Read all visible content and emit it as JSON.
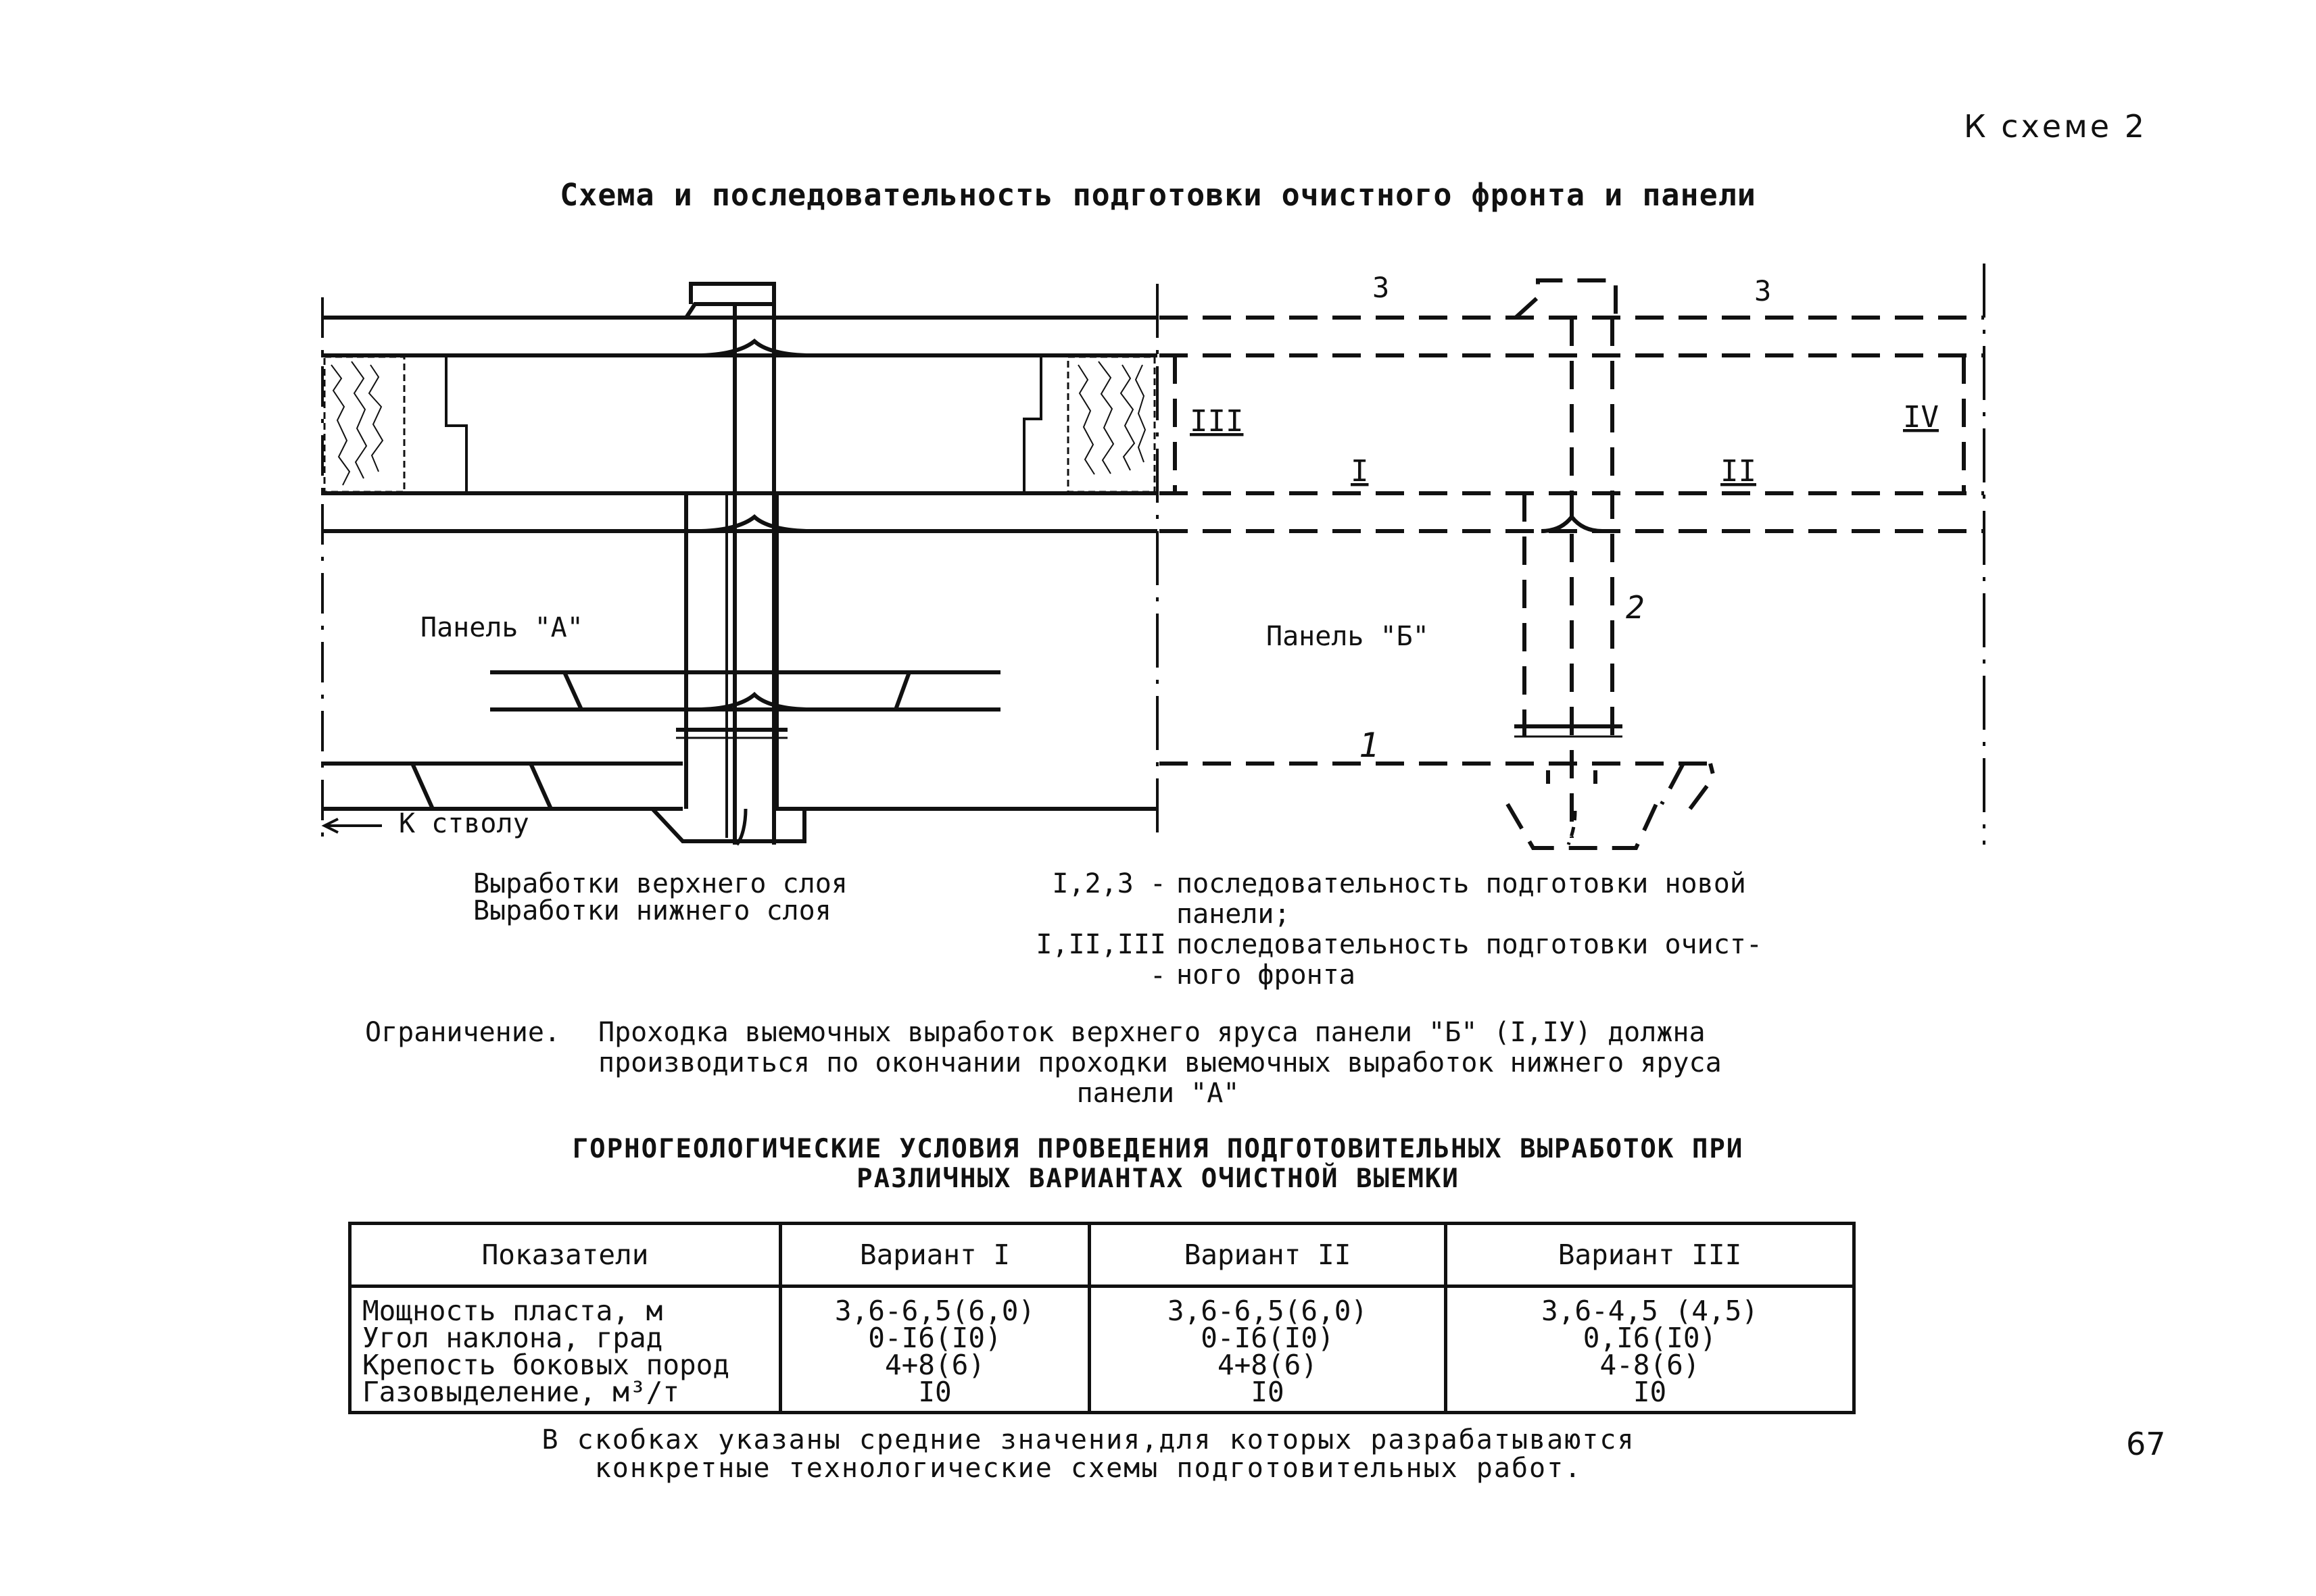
{
  "header": {
    "ref": "К схеме 2"
  },
  "scheme": {
    "title": "Схема и последовательность подготовки очистного фронта и панели",
    "panel_a": "Панель \"А\"",
    "panel_b": "Панель \"Б\"",
    "to_shaft": "К стволу",
    "markers": {
      "m1": "1",
      "m2": "2",
      "m3a": "3",
      "m3b": "3",
      "r1": "I",
      "r2": "II",
      "r3": "III",
      "r4": "IV"
    }
  },
  "legend": {
    "upper_layer": "Выработки верхнего слоя",
    "lower_layer": "Выработки нижнего слоя",
    "seq_panel_key": "I,2,3 -",
    "seq_panel_text_1": "последовательность подготовки новой",
    "seq_panel_text_2": "панели;",
    "seq_front_key": "I,II,III -",
    "seq_front_text_1": "последовательность подготовки очист-",
    "seq_front_text_2": "ного фронта"
  },
  "restriction": {
    "label": "Ограничение.",
    "line1": "Проходка выемочных выработок верхнего яруса панели \"Б\" (I,IУ) должна",
    "line2": "производиться по окончании проходки выемочных выработок нижнего яруса",
    "line3": "панели \"А\""
  },
  "table_title": {
    "line1": "ГОРНОГЕОЛОГИЧЕСКИЕ УСЛОВИЯ ПРОВЕДЕНИЯ ПОДГОТОВИТЕЛЬНЫХ ВЫРАБОТОК ПРИ",
    "line2": "РАЗЛИЧНЫХ ВАРИАНТАХ ОЧИСТНОЙ ВЫЕМКИ"
  },
  "table": {
    "headers": [
      "Показатели",
      "Вариант I",
      "Вариант II",
      "Вариант III"
    ],
    "rows": [
      [
        "Мощность пласта, м",
        "3,6-6,5(6,0)",
        "3,6-6,5(6,0)",
        "3,6-4,5 (4,5)"
      ],
      [
        "Угол наклона, град",
        "0-I6(I0)",
        "0-I6(I0)",
        "0,I6(I0)"
      ],
      [
        "Крепость боковых пород",
        "4+8(6)",
        "4+8(6)",
        "4-8(6)"
      ],
      [
        "Газовыделение, м³/т",
        "I0",
        "I0",
        "I0"
      ]
    ]
  },
  "footnote": {
    "line1": "В скобках указаны средние значения,для которых разрабатываются",
    "line2": "конкретные технологические схемы подготовительных работ."
  },
  "page_number": "67"
}
